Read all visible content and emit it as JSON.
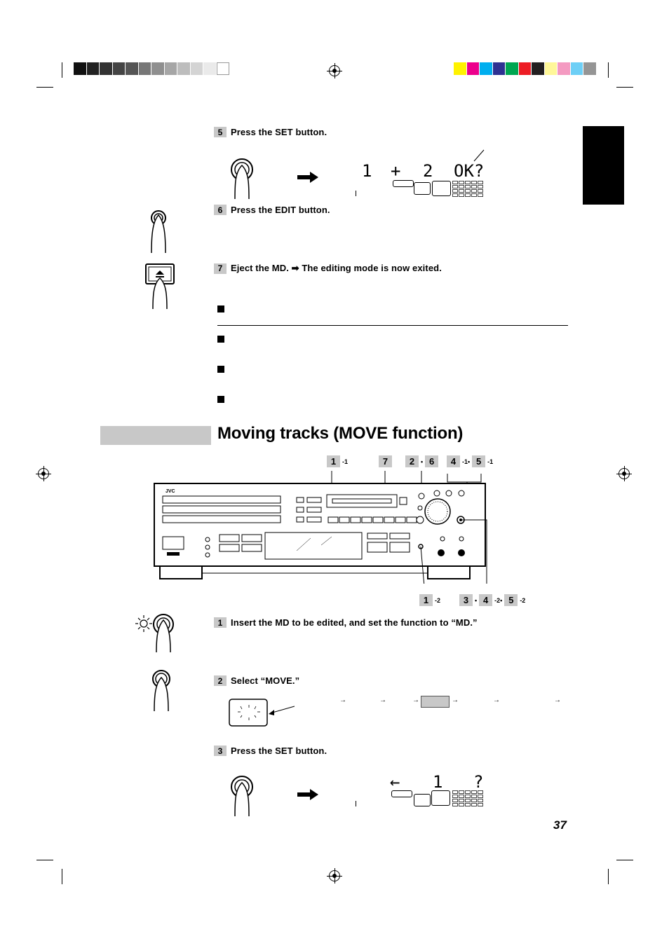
{
  "calibration": {
    "gray_swatches": [
      "#111111",
      "#222222",
      "#333333",
      "#444444",
      "#555555",
      "#777777",
      "#8f8f8f",
      "#a6a6a6",
      "#bdbdbd",
      "#d4d4d4",
      "#eaeaea",
      "#ffffff"
    ],
    "color_swatches": [
      "#fff200",
      "#ec008c",
      "#00aeef",
      "#2e3192",
      "#00a651",
      "#ed1c24",
      "#231f20",
      "#fff799",
      "#f49ac1",
      "#6dcff6",
      "#959595"
    ]
  },
  "steps_upper": [
    {
      "num": "5",
      "text": "Press the SET button."
    },
    {
      "num": "6",
      "text": "Press the EDIT button."
    },
    {
      "num": "7",
      "text": "Eject the MD. ➡ The editing mode is now exited."
    }
  ],
  "lcd_upper": {
    "left": "1",
    "plus": "+",
    "right": "2",
    "ok": "OK?"
  },
  "section_title": "Moving tracks (MOVE function)",
  "device": {
    "brand": "JVC",
    "callouts_top": [
      {
        "main": "1",
        "suffix": "-1"
      },
      {
        "main": "7",
        "suffix": ""
      },
      {
        "main": "2",
        "sep": "•",
        "main2": "6"
      },
      {
        "main": "4",
        "suffix": "-1•",
        "main2": "5",
        "suffix2": "-1"
      }
    ],
    "callouts_bottom": [
      {
        "main": "1",
        "suffix": "-2"
      },
      {
        "main": "3",
        "sep": "•",
        "main2": "4",
        "suffix2": "-2•",
        "main3": "5",
        "suffix3": "-2"
      }
    ]
  },
  "steps_lower": [
    {
      "num": "1",
      "text": "Insert the MD to be edited, and set the function to “MD.”"
    },
    {
      "num": "2",
      "text": "Select “MOVE.”"
    },
    {
      "num": "3",
      "text": "Press the SET button."
    }
  ],
  "lcd_lower": {
    "arrow": "←",
    "track": "1",
    "query": "?"
  },
  "page_number": "37"
}
